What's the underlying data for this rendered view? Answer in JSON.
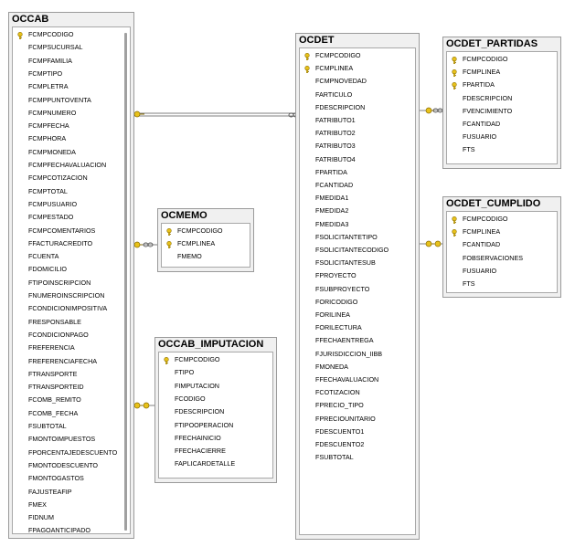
{
  "tables": {
    "occab": {
      "title": "OCCAB",
      "columns": [
        "FCMPCODIGO",
        "FCMPSUCURSAL",
        "FCMPFAMILIA",
        "FCMPTIPO",
        "FCMPLETRA",
        "FCMPPUNTOVENTA",
        "FCMPNUMERO",
        "FCMPFECHA",
        "FCMPHORA",
        "FCMPMONEDA",
        "FCMPFECHAVALUACION",
        "FCMPCOTIZACION",
        "FCMPTOTAL",
        "FCMPUSUARIO",
        "FCMPESTADO",
        "FCMPCOMENTARIOS",
        "FFACTURACREDITO",
        "FCUENTA",
        "FDOMICILIO",
        "FTIPOINSCRIPCION",
        "FNUMEROINSCRIPCION",
        "FCONDICIONIMPOSITIVA",
        "FRESPONSABLE",
        "FCONDICIONPAGO",
        "FREFERENCIA",
        "FREFERENCIAFECHA",
        "FTRANSPORTE",
        "FTRANSPORTEID",
        "FCOMB_REMITO",
        "FCOMB_FECHA",
        "FSUBTOTAL",
        "FMONTOIMPUESTOS",
        "FPORCENTAJEDESCUENTO",
        "FMONTODESCUENTO",
        "FMONTOGASTOS",
        "FAJUSTEAFIP",
        "FMEX",
        "FIDNUM",
        "FPAGOANTICIPADO"
      ],
      "keys": [
        "FCMPCODIGO"
      ]
    },
    "ocdet": {
      "title": "OCDET",
      "columns": [
        "FCMPCODIGO",
        "FCMPLINEA",
        "FCMPNOVEDAD",
        "FARTICULO",
        "FDESCRIPCION",
        "FATRIBUTO1",
        "FATRIBUTO2",
        "FATRIBUTO3",
        "FATRIBUTO4",
        "FPARTIDA",
        "FCANTIDAD",
        "FMEDIDA1",
        "FMEDIDA2",
        "FMEDIDA3",
        "FSOLICITANTETIPO",
        "FSOLICITANTECODIGO",
        "FSOLICITANTESUB",
        "FPROYECTO",
        "FSUBPROYECTO",
        "FORICODIGO",
        "FORILINEA",
        "FORILECTURA",
        "FFECHAENTREGA",
        "FJURISDICCION_IIBB",
        "FMONEDA",
        "FFECHAVALUACION",
        "FCOTIZACION",
        "FPRECIO_TIPO",
        "FPRECIOUNITARIO",
        "FDESCUENTO1",
        "FDESCUENTO2",
        "FSUBTOTAL"
      ],
      "keys": [
        "FCMPCODIGO",
        "FCMPLINEA"
      ]
    },
    "ocdet_partidas": {
      "title": "OCDET_PARTIDAS",
      "columns": [
        "FCMPCODIGO",
        "FCMPLINEA",
        "FPARTIDA",
        "FDESCRIPCION",
        "FVENCIMIENTO",
        "FCANTIDAD",
        "FUSUARIO",
        "FTS"
      ],
      "keys": [
        "FCMPCODIGO",
        "FCMPLINEA",
        "FPARTIDA"
      ]
    },
    "ocdet_cumplido": {
      "title": "OCDET_CUMPLIDO",
      "columns": [
        "FCMPCODIGO",
        "FCMPLINEA",
        "FCANTIDAD",
        "FOBSERVACIONES",
        "FUSUARIO",
        "FTS"
      ],
      "keys": [
        "FCMPCODIGO",
        "FCMPLINEA"
      ]
    },
    "ocmemo": {
      "title": "OCMEMO",
      "columns": [
        "FCMPCODIGO",
        "FCMPLINEA",
        "FMEMO"
      ],
      "keys": [
        "FCMPCODIGO",
        "FCMPLINEA"
      ]
    },
    "occab_imputacion": {
      "title": "OCCAB_IMPUTACION",
      "columns": [
        "FCMPCODIGO",
        "FTIPO",
        "FIMPUTACION",
        "FCODIGO",
        "FDESCRIPCION",
        "FTIPOOPERACION",
        "FFECHAINICIO",
        "FFECHACIERRE",
        "FAPLICARDETALLE"
      ],
      "keys": [
        "FCMPCODIGO"
      ]
    }
  },
  "colors": {
    "key_icon": "#e8c21b",
    "key_icon_stroke": "#8a6d00",
    "connector": "#808080"
  },
  "icons": {
    "primary_key": "key-icon"
  }
}
